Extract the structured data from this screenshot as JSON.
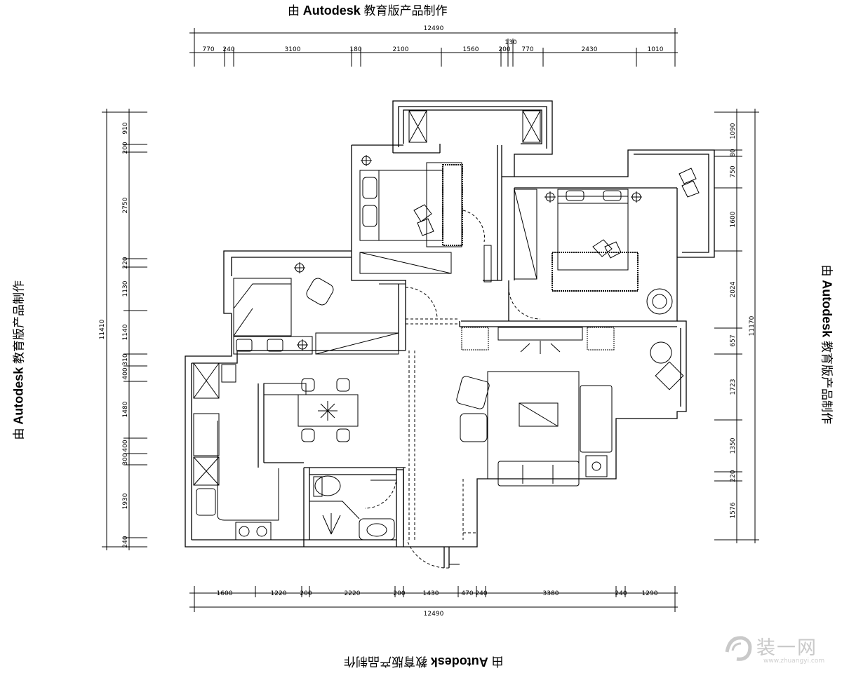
{
  "watermark": {
    "prefix": "由",
    "brand": "Autodesk",
    "suffix": "教育版产品制作"
  },
  "dimensions": {
    "top_total": "12490",
    "top_small": "130",
    "top_segments": [
      "770",
      "240",
      "3100",
      "180",
      "2100",
      "1560",
      "200",
      "770",
      "2430",
      "1010"
    ],
    "bottom_total": "12490",
    "bottom_segments": [
      "1600",
      "1220",
      "200",
      "2220",
      "200",
      "1430",
      "470",
      "240",
      "3380",
      "240",
      "1290"
    ],
    "left_total": "11410",
    "left_segments": [
      "910",
      "200",
      "2750",
      "220",
      "1130",
      "1140",
      "310",
      "400",
      "1480",
      "400",
      "300",
      "1930",
      "240"
    ],
    "right_total": "11170",
    "right_segments": [
      "1090",
      "80",
      "750",
      "1600",
      "2024",
      "657",
      "1723",
      "1350",
      "220",
      "1576"
    ]
  },
  "logo": {
    "name": "装一网",
    "url": "www.zhuangyi.com"
  }
}
